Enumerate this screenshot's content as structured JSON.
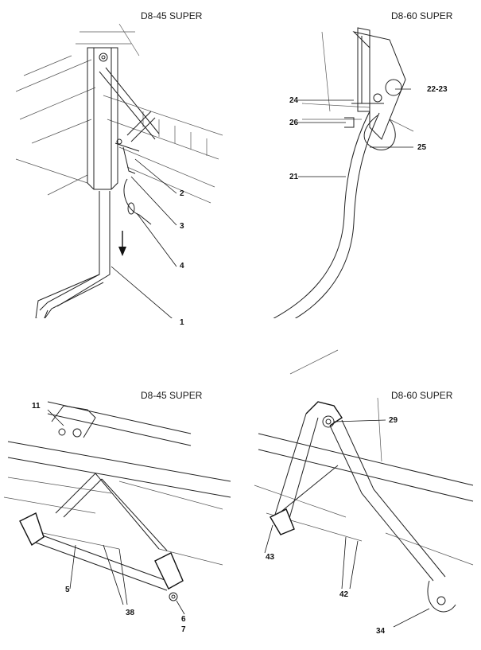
{
  "panels": [
    {
      "title": "D8-45 SUPER",
      "callouts": [
        "1",
        "2",
        "3",
        "4"
      ]
    },
    {
      "title": "D8-60 SUPER",
      "callouts": [
        "21",
        "22-23",
        "24",
        "25",
        "26"
      ]
    },
    {
      "title": "D8-45 SUPER",
      "callouts": [
        "5",
        "6",
        "7",
        "11",
        "38"
      ]
    },
    {
      "title": "D8-60 SUPER",
      "callouts": [
        "29",
        "34",
        "42",
        "43"
      ]
    }
  ]
}
